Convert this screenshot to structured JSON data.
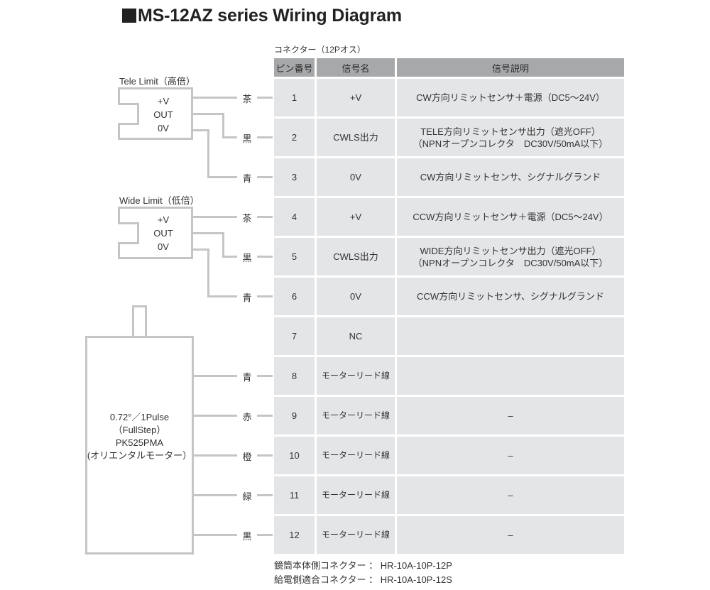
{
  "title": "MS-12AZ series Wiring Diagram",
  "connector_label": "コネクター（12Pオス）",
  "table": {
    "headers": [
      "ピン番号",
      "信号名",
      "信号説明"
    ],
    "rows": [
      {
        "pin": "1",
        "signal": "+V",
        "desc": "CW方向リミットセンサ＋電源（DC5〜24V）",
        "desc2": ""
      },
      {
        "pin": "2",
        "signal": "CWLS出力",
        "desc": "TELE方向リミットセンサ出力（遮光OFF）",
        "desc2": "（NPNオープンコレクタ　DC30V/50mA以下）"
      },
      {
        "pin": "3",
        "signal": "0V",
        "desc": "CW方向リミットセンサ、シグナルグランド",
        "desc2": ""
      },
      {
        "pin": "4",
        "signal": "+V",
        "desc": "CCW方向リミットセンサ＋電源（DC5〜24V）",
        "desc2": ""
      },
      {
        "pin": "5",
        "signal": "CWLS出力",
        "desc": "WIDE方向リミットセンサ出力（遮光OFF）",
        "desc2": "（NPNオープンコレクタ　DC30V/50mA以下）"
      },
      {
        "pin": "6",
        "signal": "0V",
        "desc": "CCW方向リミットセンサ、シグナルグランド",
        "desc2": ""
      },
      {
        "pin": "7",
        "signal": "NC",
        "desc": "",
        "desc2": ""
      },
      {
        "pin": "8",
        "signal": "モーターリード線",
        "desc": "",
        "desc2": ""
      },
      {
        "pin": "9",
        "signal": "モーターリード線",
        "desc": "–",
        "desc2": ""
      },
      {
        "pin": "10",
        "signal": "モーターリード線",
        "desc": "–",
        "desc2": ""
      },
      {
        "pin": "11",
        "signal": "モーターリード線",
        "desc": "–",
        "desc2": ""
      },
      {
        "pin": "12",
        "signal": "モーターリード線",
        "desc": "–",
        "desc2": ""
      }
    ]
  },
  "wire_colors": [
    "茶",
    "黒",
    "青",
    "茶",
    "黒",
    "青",
    "",
    "青",
    "赤",
    "橙",
    "緑",
    "黒"
  ],
  "tele_sensor": {
    "label": "Tele Limit（高倍）",
    "pins": [
      "+V",
      "OUT",
      "0V"
    ]
  },
  "wide_sensor": {
    "label": "Wide Limit（低倍）",
    "pins": [
      "+V",
      "OUT",
      "0V"
    ]
  },
  "motor": {
    "lines": [
      "0.72°／1Pulse",
      "（FullStep）",
      "PK525PMA",
      "(オリエンタルモーター）"
    ]
  },
  "footer": {
    "line1": "鏡筒本体側コネクター ： HR-10A-10P-12P",
    "line2": "給電側適合コネクター ： HR-10A-10P-12S"
  },
  "colors": {
    "header_bg": "#a7a8aa",
    "cell_bg": "#e4e5e7",
    "wire_gray": "#c4c5c7",
    "text": "#333333"
  }
}
